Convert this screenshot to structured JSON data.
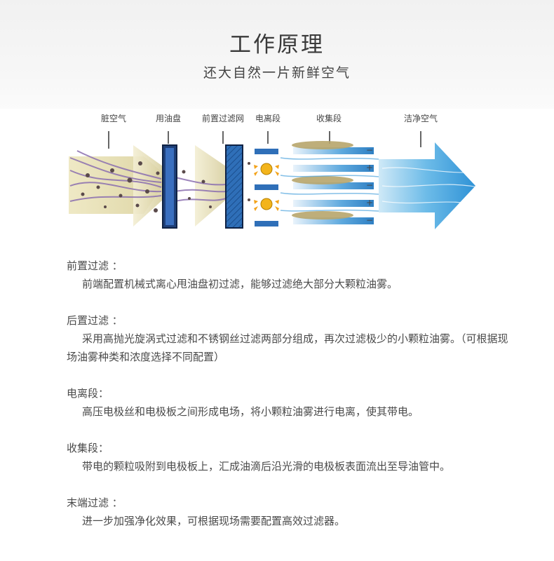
{
  "header": {
    "title": "工作原理",
    "subtitle": "还大自然一片新鲜空气"
  },
  "diagram": {
    "labels": [
      "脏空气",
      "用油盘",
      "前置过滤网",
      "电离段",
      "收集段",
      "洁净空气"
    ],
    "plate_signs": [
      "−",
      "+",
      "−",
      "+",
      "−"
    ]
  },
  "sections": [
    {
      "heading": "前置过滤 ：",
      "body": "前端配置机械式离心甩油盘初过滤，能够过滤绝大部分大颗粒油雾。"
    },
    {
      "heading": "后置过滤 ：",
      "body": "采用高抛光旋涡式过滤和不锈钢丝过滤两部分组成，再次过滤极少的小颗粒油雾。（可根据现场油雾种类和浓度选择不同配置）"
    },
    {
      "heading": "电离段：",
      "body": "高压电极丝和电极板之间形成电场，将小颗粒油雾进行电离，使其带电。"
    },
    {
      "heading": "收集段：",
      "body": "带电的颗粒吸附到电极板上，汇成油滴后沿光滑的电极板表面流出至导油管中。"
    },
    {
      "heading": "末端过滤 ：",
      "body": "进一步加强净化效果，可根据现场需要配置高效过滤器。"
    }
  ],
  "colors": {
    "dirty_air": "#e6dfb6",
    "filter_blue": "#2f6fb8",
    "clean_air": "#5fb4e6",
    "purple_flow": "#8b6fb0",
    "text": "#4a4a4a"
  }
}
